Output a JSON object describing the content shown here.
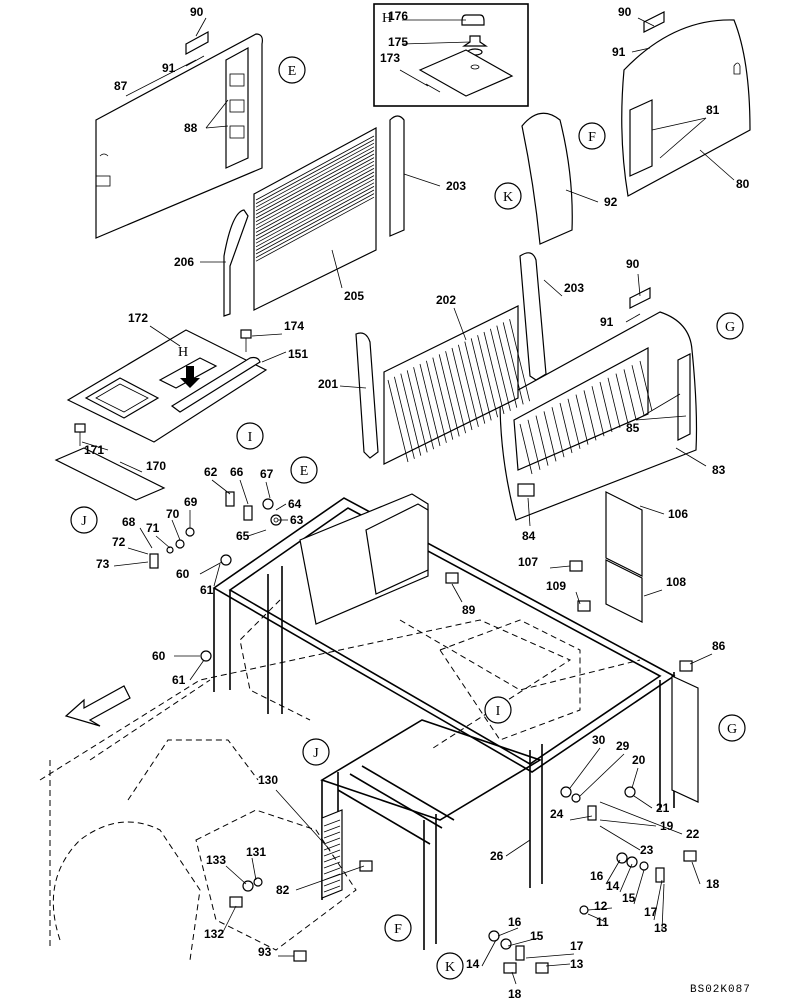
{
  "diagram_code": "BS02K087",
  "callouts": [
    "E",
    "F",
    "G",
    "H",
    "I",
    "J",
    "K"
  ],
  "detail_h": {
    "title": "H",
    "parts": [
      "176",
      "175",
      "173"
    ]
  },
  "part_numbers": [
    "11",
    "12",
    "13",
    "14",
    "15",
    "16",
    "17",
    "18",
    "19",
    "20",
    "21",
    "22",
    "23",
    "24",
    "26",
    "29",
    "30",
    "60",
    "61",
    "62",
    "63",
    "64",
    "65",
    "66",
    "67",
    "68",
    "69",
    "70",
    "71",
    "72",
    "73",
    "80",
    "81",
    "82",
    "83",
    "84",
    "85",
    "86",
    "87",
    "88",
    "89",
    "90",
    "91",
    "92",
    "93",
    "106",
    "107",
    "108",
    "109",
    "130",
    "131",
    "132",
    "133",
    "151",
    "170",
    "171",
    "172",
    "174",
    "201",
    "202",
    "203",
    "205",
    "206"
  ]
}
